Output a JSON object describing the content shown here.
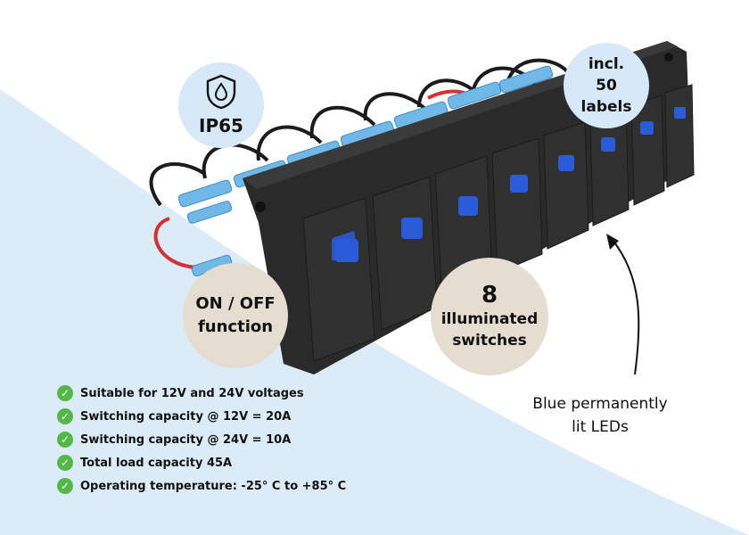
{
  "badges": {
    "ip_rating": {
      "icon": "water-drop-shield-icon",
      "text": "IP65"
    },
    "labels": {
      "line1": "incl.",
      "line2": "50",
      "line3": "labels"
    },
    "function": {
      "line1": "ON / OFF",
      "line2": "function"
    },
    "switches": {
      "count": "8",
      "line1": "illuminated",
      "line2": "switches"
    }
  },
  "led_caption": {
    "line1": "Blue permanently",
    "line2": "lit LEDs"
  },
  "features": [
    "Suitable for 12V and 24V voltages",
    "Switching capacity @ 12V = 20A",
    "Switching capacity @ 24V = 10A",
    "Total load capacity 45A",
    "Operating temperature: -25° C to +85° C"
  ],
  "colors": {
    "background_curve": "#dcebf8",
    "badge_blue": "#d6e9f8",
    "badge_beige": "#e5ddd0",
    "check_green": "#54b848",
    "led_blue": "#2a5bd8"
  }
}
